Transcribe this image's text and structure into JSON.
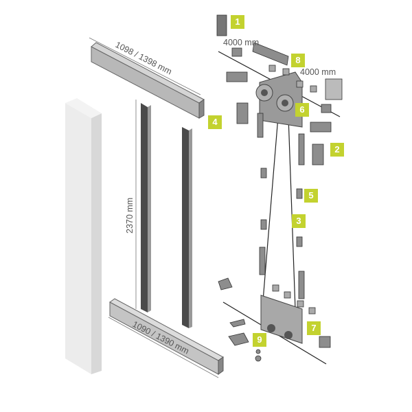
{
  "labels": {
    "p1": "1",
    "p2": "2",
    "p3": "3",
    "p4": "4",
    "p5": "5",
    "p6": "6",
    "p7": "7",
    "p8": "8",
    "p9": "9"
  },
  "dimensions": {
    "top_rail": "1098 / 1398 mm",
    "bottom_rail": "1090 / 1390 mm",
    "height": "2370 mm",
    "cable_left": "4000 mm",
    "cable_right": "4000 mm"
  },
  "colors": {
    "label_bg": "#c3d22f",
    "part_grey": "#9a9a9a",
    "door_grey": "#e8e8e8"
  }
}
